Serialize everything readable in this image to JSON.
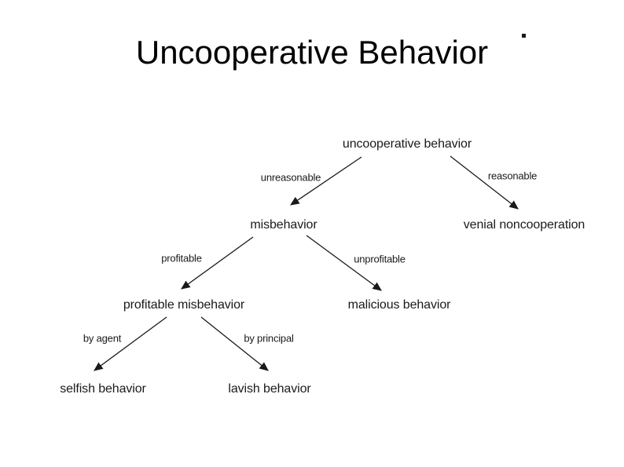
{
  "slide": {
    "title": "Uncooperative Behavior",
    "background_color": "#ffffff",
    "title_color": "#000000"
  },
  "diagram": {
    "type": "tree",
    "text_color": "#1a1a1a",
    "line_color": "#1a1a1a",
    "nodes": [
      {
        "id": "uncooperative-behavior",
        "label": "uncooperative behavior"
      },
      {
        "id": "misbehavior",
        "label": "misbehavior"
      },
      {
        "id": "venial-noncooperation",
        "label": "venial noncooperation"
      },
      {
        "id": "profitable-misbehavior",
        "label": "profitable misbehavior"
      },
      {
        "id": "malicious-behavior",
        "label": "malicious behavior"
      },
      {
        "id": "selfish-behavior",
        "label": "selfish behavior"
      },
      {
        "id": "lavish-behavior",
        "label": "lavish behavior"
      }
    ],
    "edges": [
      {
        "from": "uncooperative behavior",
        "to": "misbehavior",
        "label": "unreasonable"
      },
      {
        "from": "uncooperative behavior",
        "to": "venial noncooperation",
        "label": "reasonable"
      },
      {
        "from": "misbehavior",
        "to": "profitable misbehavior",
        "label": "profitable"
      },
      {
        "from": "misbehavior",
        "to": "malicious behavior",
        "label": "unprofitable"
      },
      {
        "from": "profitable misbehavior",
        "to": "selfish behavior",
        "label": "by agent"
      },
      {
        "from": "profitable misbehavior",
        "to": "lavish behavior",
        "label": "by principal"
      }
    ]
  }
}
